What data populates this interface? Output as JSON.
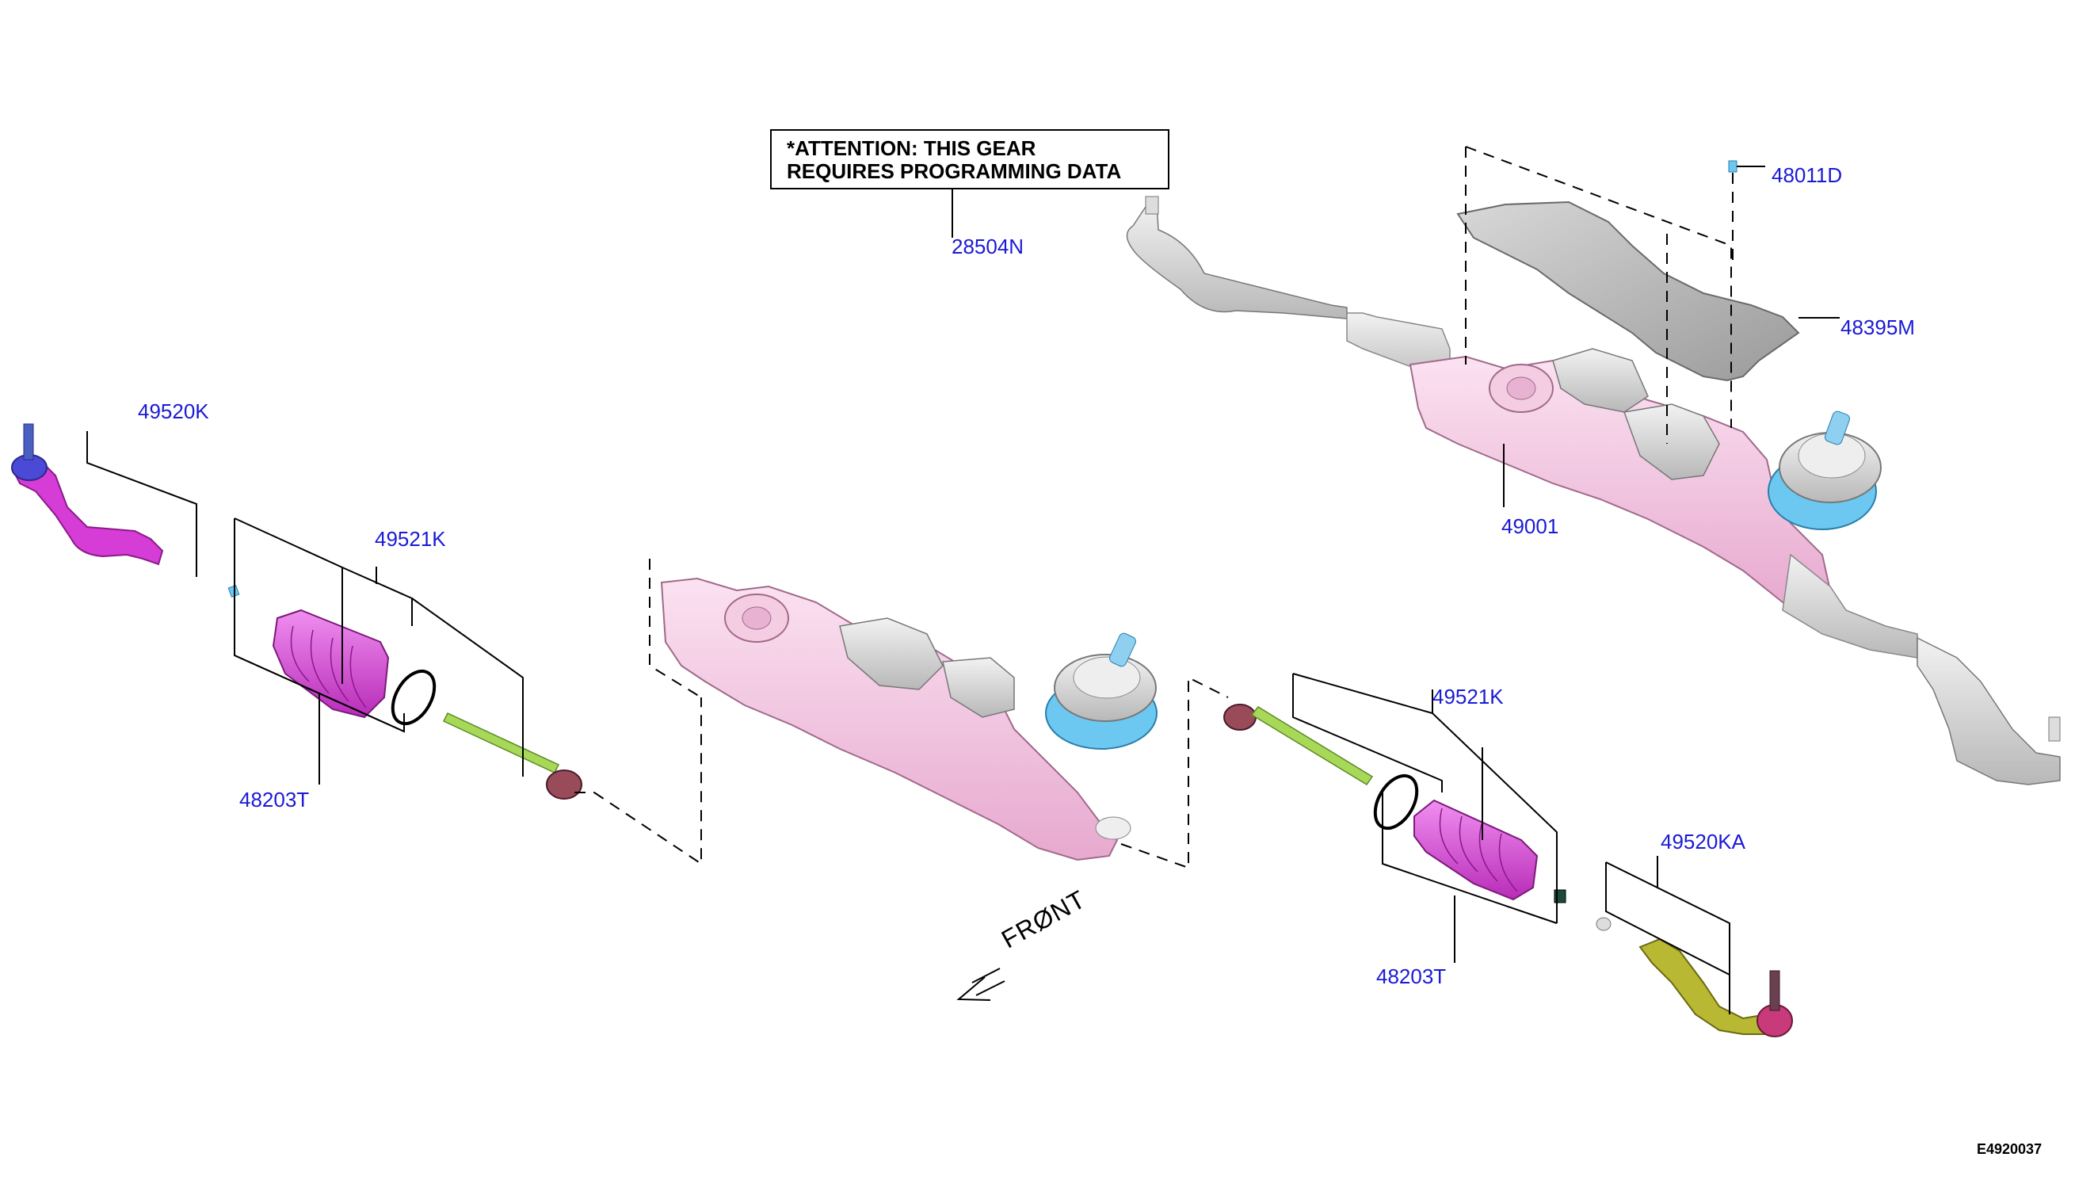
{
  "notice": {
    "line1": "*ATTENTION: THIS GEAR",
    "line2": "REQUIRES PROGRAMMING DATA"
  },
  "callouts": {
    "gear_assembly": "28504N",
    "bolt": "48011D",
    "heat_shield": "48395M",
    "power_steering_gear": "49001",
    "tie_rod_end_left": "49520K",
    "inner_socket_left": "49521K",
    "boot_left": "48203T",
    "inner_socket_right": "49521K",
    "tie_rod_end_right": "49520KA",
    "boot_right": "48203T"
  },
  "front_label": "FRØNT",
  "figure_id": "E4920037",
  "colors": {
    "callout": "#1a1ad6",
    "tie_rod_left": "#d63cd6",
    "tie_rod_right": "#b8b832",
    "boot": "#d33cd3",
    "gear_housing": "#f0c8e0",
    "motor": "#cfcfcf",
    "sensor_ring": "#6cc8f0",
    "inner_rod": "#a8d858",
    "ball_joint": "#9a4b5a"
  }
}
